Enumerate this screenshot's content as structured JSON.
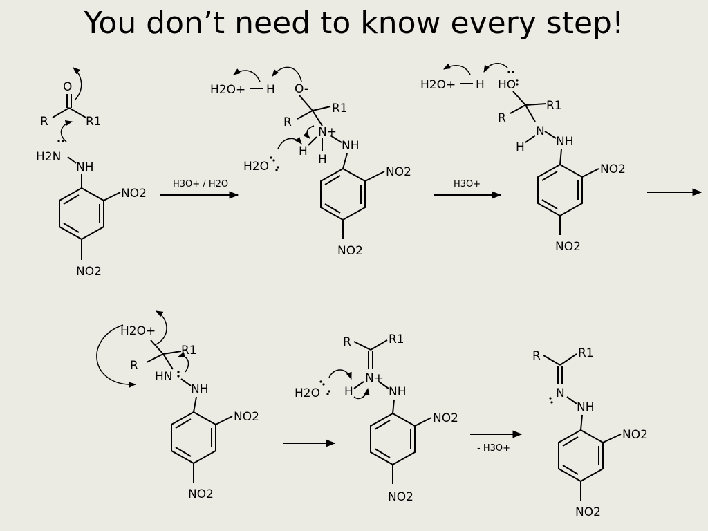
{
  "slide": {
    "title": "You don’t need to know every step!"
  },
  "labels": {
    "R": "R",
    "R1": "R1",
    "O": "O",
    "O_minus": "O-",
    "HO": "HO",
    "H2N": "H2N",
    "NH": "NH",
    "N": "N",
    "N_plus": "N+",
    "HN": "HN",
    "H": "H",
    "NO2": "NO2",
    "H2O": "H2O",
    "H2O_plus": "H2O+"
  },
  "conditions": {
    "step1": "H3O+ / H2O",
    "step2": "H3O+",
    "step5": "- H3O+"
  }
}
